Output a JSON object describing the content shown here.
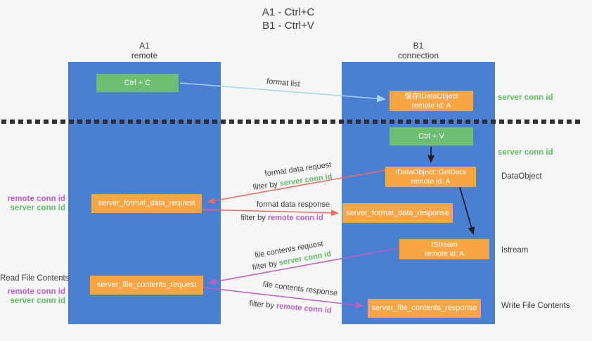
{
  "title": {
    "line1": "A1 - Ctrl+C",
    "line2": "B1 - Ctrl+V"
  },
  "lanes": {
    "a": {
      "id": "A1",
      "role": "remote"
    },
    "b": {
      "id": "B1",
      "role": "connection"
    }
  },
  "nodes": {
    "ctrl_c": {
      "label": "Ctrl + C"
    },
    "save_idataobject": {
      "line1": "保存IDataObject",
      "line2": "remote id: A"
    },
    "ctrl_v": {
      "label": "Ctrl + V"
    },
    "getdata": {
      "line1": "IDataObject::GetData",
      "line2": "remote id: A"
    },
    "format_request": {
      "label": "server_format_data_request"
    },
    "format_response": {
      "label": "server_format_data_response"
    },
    "istream": {
      "line1": "IStream",
      "line2": "remote id: A"
    },
    "file_request": {
      "label": "server_file_contents_request"
    },
    "file_response": {
      "label": "server_file_contents_response"
    }
  },
  "edges": {
    "format_list": "format list",
    "format_data_request": "format data request",
    "format_data_response": "format data response",
    "file_contents_request": "file contents request",
    "file_contents_response": "file contents response",
    "filter_by": "filter by",
    "server_conn_id": "server conn id",
    "remote_conn_id": "remote conn id"
  },
  "annotations": {
    "right": {
      "server_conn_top": "server conn id",
      "server_conn_mid": "server conn id",
      "dataobject": "DataObject",
      "istream": "Istream",
      "write_file": "Write File Contents"
    },
    "left": {
      "remote_conn_1": "remote conn id",
      "server_conn_1": "server conn id",
      "read_file": "Read File Contents",
      "remote_conn_2": "remote conn id",
      "server_conn_2": "server conn id"
    }
  },
  "colors": {
    "lane_blue": "#4a7fd4",
    "action_green": "#6cbe72",
    "message_orange": "#f9a545",
    "request_red": "#ec6a5e",
    "file_magenta": "#c05ec0",
    "format_list_blue": "#a5d2ef",
    "conn_green": "#63bd68",
    "conn_purple": "#ba60c6"
  }
}
